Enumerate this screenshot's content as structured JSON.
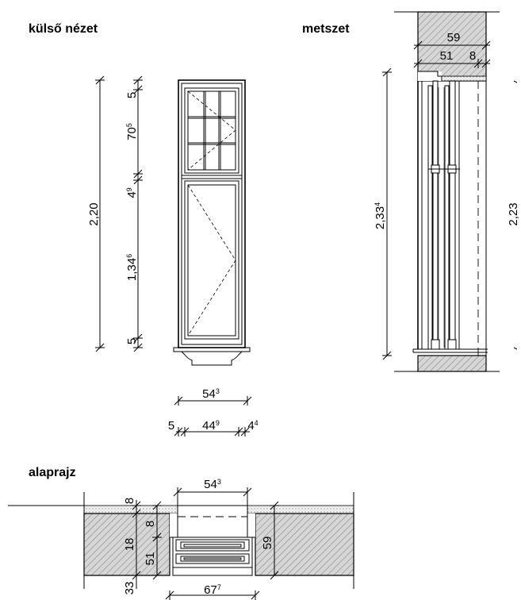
{
  "titles": {
    "elevation": "külső nézet",
    "section": "metszet",
    "plan": "alaprajz"
  },
  "elevation_dims": {
    "total_height": "2,20",
    "top_frame": {
      "base": "5",
      "sup": ""
    },
    "upper_sash": {
      "base": "70",
      "sup": "5"
    },
    "transom": {
      "base": "4",
      "sup": "9"
    },
    "lower_sash": {
      "base": "1,34",
      "sup": "6"
    },
    "bottom_frame": {
      "base": "5",
      "sup": ""
    },
    "overall_width": {
      "base": "54",
      "sup": "3"
    },
    "left_frame": {
      "base": "5",
      "sup": ""
    },
    "glass_width": {
      "base": "44",
      "sup": "9"
    },
    "right_frame": {
      "base": "4",
      "sup": "4"
    }
  },
  "section_dims": {
    "wall_total": "59",
    "wall_main": "51",
    "wall_outer": "8",
    "opening_height": {
      "base": "2,33",
      "sup": "4"
    },
    "inner_height": "2,23"
  },
  "plan_dims": {
    "opening_width": {
      "base": "54",
      "sup": "3"
    },
    "plaster": "8",
    "reveal": "8",
    "depth_left": "18",
    "frame_depth": "51",
    "wall_depth": "59",
    "bottom_left": "33",
    "inner_width": {
      "base": "67",
      "sup": "7"
    }
  },
  "icons": [
    "dimension-tick-icon",
    "wall-hatch-pattern",
    "sash-opening-icon"
  ]
}
